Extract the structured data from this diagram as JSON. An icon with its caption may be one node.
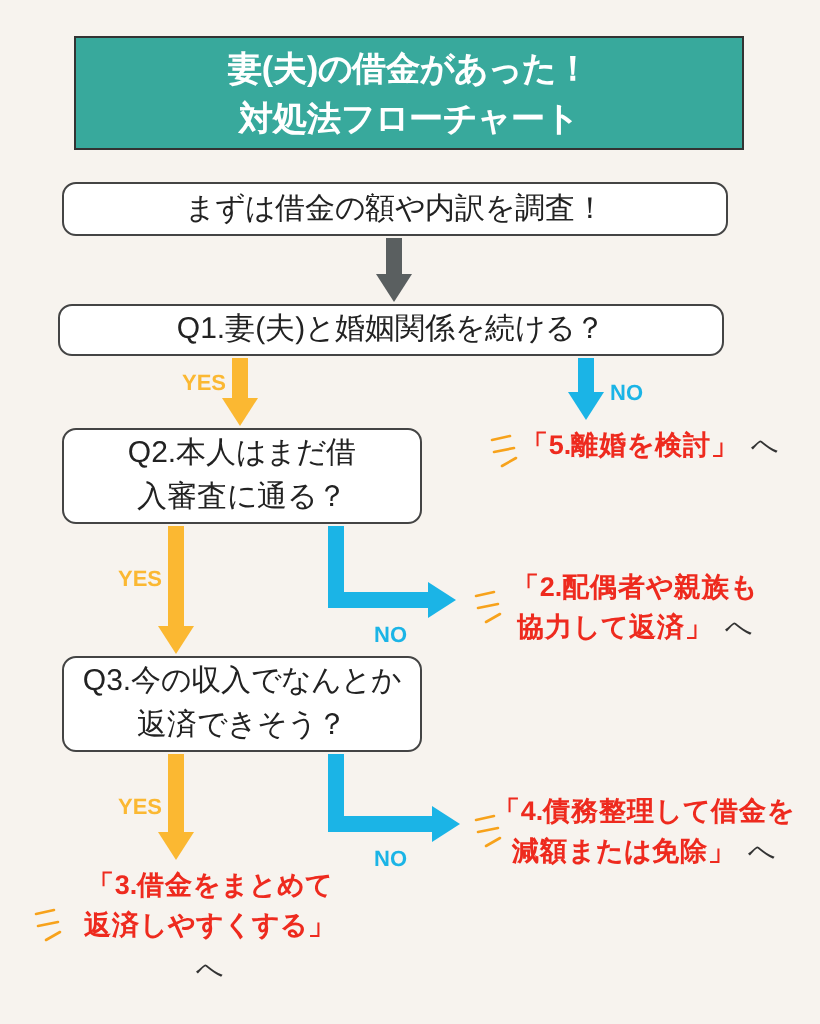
{
  "diagram": {
    "title": "妻(夫)の借金があった！対処法フローチャート",
    "nodes": [
      {
        "text": [
          "まずは借金の額や内訳を調査！"
        ]
      },
      {
        "text": [
          "Q1.妻(夫)と婚姻関係を続ける？"
        ]
      },
      {
        "text": [
          "Q2.本人はまだ借入審査に通る？"
        ]
      },
      {
        "text": [
          "「5.離婚を検討」",
          "へ"
        ]
      },
      {
        "text": [
          "Q3.今の収入でなんとか返済できそう？"
        ]
      },
      {
        "text": [
          "「2.配偶者や親族も協力して返済」",
          "へ"
        ]
      },
      {
        "text": [
          "「4.債務整理して借金を減額または免除」",
          "へ"
        ]
      },
      {
        "text": [
          "「3.借金をまとめて返済しやすくする」",
          "へ"
        ]
      }
    ],
    "edges": [
      {
        "from": 0,
        "to": 1,
        "arrow": "to",
        "color": "#5a5f60"
      },
      {
        "from": 1,
        "to": 2,
        "arrow": "to",
        "color": "#fbb832",
        "label": "YES"
      },
      {
        "from": 1,
        "to": 3,
        "arrow": "to",
        "color": "#1bb4e6",
        "label": "NO"
      },
      {
        "from": 2,
        "to": 4,
        "arrow": "to",
        "color": "#fbb832",
        "label": "YES"
      },
      {
        "from": 2,
        "to": 5,
        "arrow": "to",
        "color": "#1bb4e6",
        "label": "NO"
      },
      {
        "from": 4,
        "to": 7,
        "arrow": "to",
        "color": "#fbb832",
        "label": "YES"
      },
      {
        "from": 4,
        "to": 6,
        "arrow": "to",
        "color": "#1bb4e6",
        "label": "NO"
      }
    ]
  }
}
